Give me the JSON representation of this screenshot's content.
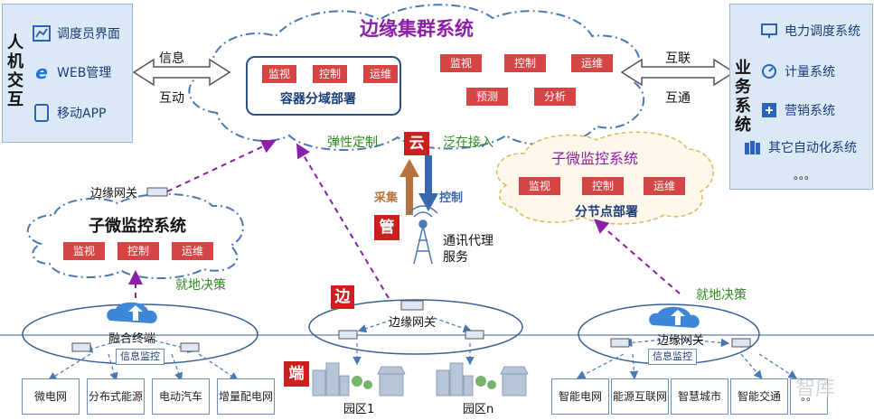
{
  "left_panel": {
    "title": "人机交互",
    "items": [
      {
        "icon": "dashboard-icon",
        "label": "调度员界面"
      },
      {
        "icon": "ie-browser-icon",
        "label": "WEB管理"
      },
      {
        "icon": "tablet-icon",
        "label": "移动APP"
      }
    ]
  },
  "right_panel": {
    "title": "业务系统",
    "items": [
      {
        "icon": "monitor-icon",
        "label": "电力调度系统"
      },
      {
        "icon": "gauge-icon",
        "label": "计量系统"
      },
      {
        "icon": "sales-icon",
        "label": "营销系统"
      },
      {
        "icon": "books-icon",
        "label": "其它自动化系统"
      },
      {
        "icon": "ellipsis",
        "label": "。。。"
      }
    ]
  },
  "left_arrow": {
    "top": "信息",
    "bottom": "互动"
  },
  "right_arrow": {
    "top": "互联",
    "bottom": "互通"
  },
  "cloud": {
    "title": "边缘集群系统",
    "container_tags": [
      "监视",
      "控制",
      "运维"
    ],
    "container_label": "容器分域部署",
    "tags_row1": [
      "监视",
      "控制",
      "运维"
    ],
    "tags_row2": [
      "预测",
      "分析"
    ]
  },
  "center": {
    "elastic": "弹性定制",
    "cloud_box": "云",
    "access": "泛在接入",
    "collect": "采集",
    "control": "控制",
    "manage_box": "管",
    "comm_service": "通讯代理服务"
  },
  "left_sub": {
    "gateway": "边缘网关",
    "title": "子微监控系统",
    "tags": [
      "监视",
      "控制",
      "运维"
    ],
    "decision": "就地决策",
    "terminal": "融合终端",
    "badge": "信息监控",
    "leaves": [
      "微电网",
      "分布式能源",
      "电动汽车",
      "增量配电网"
    ]
  },
  "right_sub": {
    "title": "子微监控系统",
    "tags": [
      "监视",
      "控制",
      "运维"
    ],
    "label": "分节点部署",
    "decision": "就地决策",
    "gateway": "边缘网关",
    "badge": "信息监控",
    "leaves": [
      "智能电网",
      "能源互联网",
      "智慧城市",
      "智能交通",
      "。。"
    ]
  },
  "middle": {
    "edge_box": "边",
    "gateway": "边缘网关",
    "end_box": "端",
    "park1": "园区1",
    "parkn": "园区n"
  },
  "watermark": "智库",
  "colors": {
    "red": "#d64545",
    "dark_red": "#cc1f1f",
    "blue_text": "#1a3d7a",
    "purple": "#8c1fa8",
    "green": "#2e8b1f",
    "panel": "#dbe8f6"
  }
}
